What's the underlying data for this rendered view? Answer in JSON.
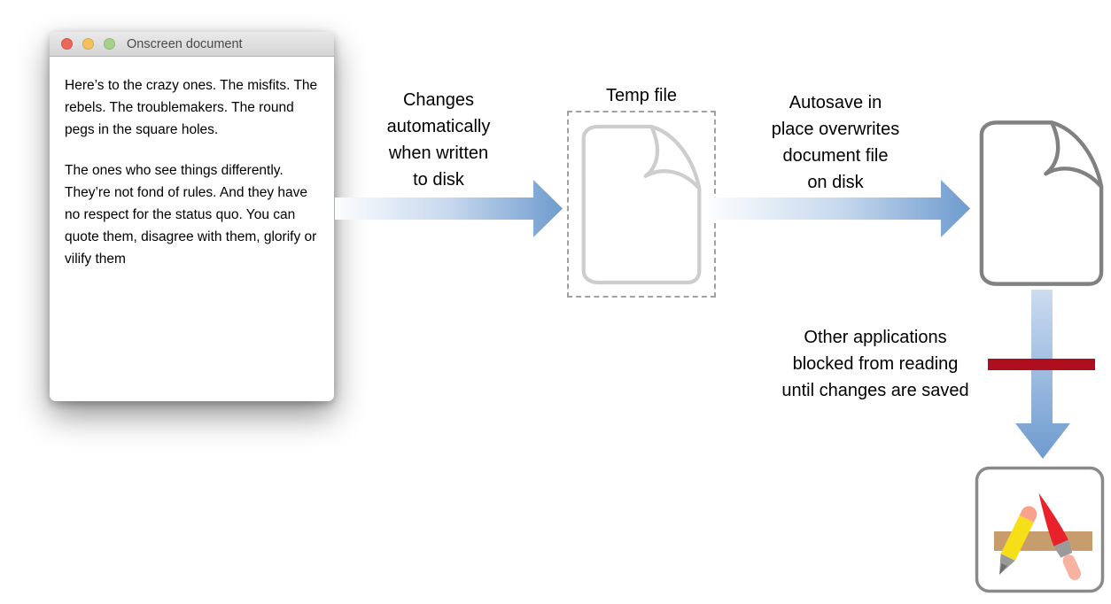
{
  "window": {
    "title": "Onscreen document",
    "paragraph1": "Here’s to the crazy ones. The misfits. The rebels. The troublemakers. The round pegs in the square holes.",
    "paragraph2": "The ones who see things differently. They’re not fond of rules. And they have no respect for the status quo. You can quote them, disagree with them, glorify or vilify them"
  },
  "flow": {
    "changes_arrow_label_lines": [
      "Changes",
      "automatically",
      "when written",
      "to disk"
    ],
    "temp_file_label": "Temp file",
    "autosave_arrow_label_lines": [
      "Autosave in",
      "place overwrites",
      "document file",
      "on disk"
    ],
    "blocked_label_lines": [
      "Other applications",
      "blocked from reading",
      "until changes are saved"
    ]
  },
  "icons": {
    "temp_file_icon": "document-with-folded-corner (dashed placeholder, light gray)",
    "document_file_icon": "document-with-folded-corner (gray outline)",
    "app_icon": "application icon with pencil, brush and ruler",
    "blocked_bar": "red blocking bar across arrow"
  },
  "colors": {
    "arrow_gradient_start": "#fcfdfe",
    "arrow_gradient_end": "#6e9bce",
    "vertical_arrow_top": "#ccdcf1",
    "blocked_bar_red": "#ae0e1e",
    "temp_doc_outline": "#cdcdcd",
    "doc_outline": "#818181",
    "titlebar_text": "#4a4a4a",
    "traffic_red": "#ec655a",
    "traffic_yellow": "#f4c05f",
    "traffic_green": "#a5d18a",
    "ruler_tan": "#c79d6d",
    "pencil_yellow": "#f6df19",
    "pencil_eraser_pink": "#f8a28e",
    "brush_red": "#e8212b",
    "brush_handle_pink": "#f8b2a0",
    "metal_gray": "#9a9a9a"
  }
}
